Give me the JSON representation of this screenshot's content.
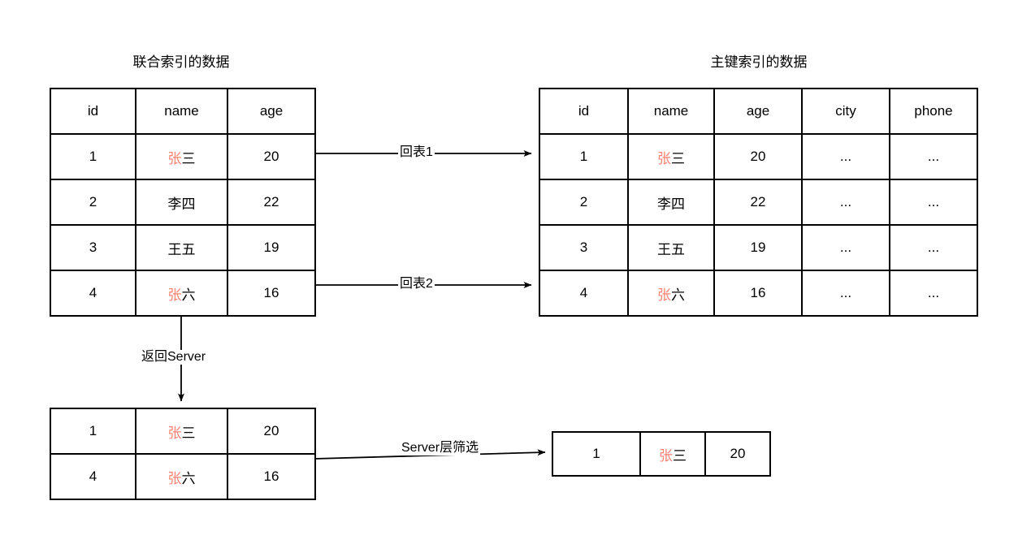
{
  "diagram": {
    "title_left": "联合索引的数据",
    "title_right": "主键索引的数据",
    "highlight_color": "#fa8072",
    "line_color": "#000000",
    "background": "#ffffff"
  },
  "secondary_index_table": {
    "name": "联合索引的数据",
    "headers": [
      "id",
      "name",
      "age"
    ],
    "rows": [
      {
        "id": "1",
        "name_hl": "张",
        "name_rest": "三",
        "age": "20",
        "age_highlighted": false
      },
      {
        "id": "2",
        "name_hl": "",
        "name_rest": "李四",
        "age": "22",
        "age_highlighted": false
      },
      {
        "id": "3",
        "name_hl": "",
        "name_rest": "王五",
        "age": "19",
        "age_highlighted": false
      },
      {
        "id": "4",
        "name_hl": "张",
        "name_rest": "六",
        "age": "16",
        "age_highlighted": false
      }
    ]
  },
  "primary_index_table": {
    "name": "主键索引的数据",
    "headers": [
      "id",
      "name",
      "age",
      "city",
      "phone"
    ],
    "rows": [
      {
        "id": "1",
        "name_hl": "张",
        "name_rest": "三",
        "age": "20",
        "age_highlighted": true,
        "city": "...",
        "phone": "..."
      },
      {
        "id": "2",
        "name_hl": "",
        "name_rest": "李四",
        "age": "22",
        "age_highlighted": false,
        "city": "...",
        "phone": "..."
      },
      {
        "id": "3",
        "name_hl": "",
        "name_rest": "王五",
        "age": "19",
        "age_highlighted": false,
        "city": "...",
        "phone": "..."
      },
      {
        "id": "4",
        "name_hl": "张",
        "name_rest": "六",
        "age": "16",
        "age_highlighted": true,
        "city": "...",
        "phone": "..."
      }
    ]
  },
  "server_input_table": {
    "rows": [
      {
        "id": "1",
        "name_hl": "张",
        "name_rest": "三",
        "age": "20"
      },
      {
        "id": "4",
        "name_hl": "张",
        "name_rest": "六",
        "age": "16"
      }
    ]
  },
  "result_table": {
    "rows": [
      {
        "id": "1",
        "name_hl": "张",
        "name_rest": "三",
        "age": "20"
      }
    ]
  },
  "edges": {
    "lookup_1": "回表1",
    "lookup_2": "回表2",
    "return_server": "返回Server",
    "server_filter": "Server层筛选"
  }
}
